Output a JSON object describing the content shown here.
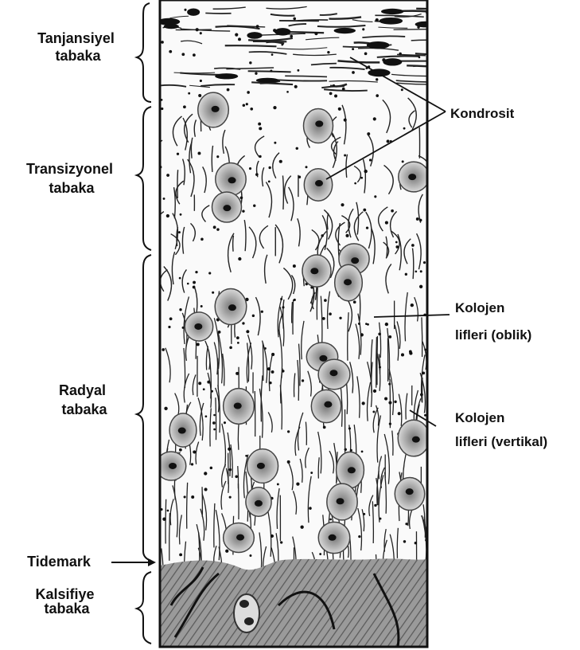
{
  "layers": [
    {
      "lines": [
        "Tanjansiyel",
        "tabaka"
      ]
    },
    {
      "lines": [
        "Transizyonel",
        "tabaka"
      ]
    },
    {
      "lines": [
        "Radyal",
        "tabaka"
      ]
    },
    {
      "lines": [
        "Tidemark"
      ]
    },
    {
      "lines": [
        "Kalsifiye",
        "tabaka"
      ]
    }
  ],
  "annotations": [
    {
      "lines": [
        "Kondrosit"
      ]
    },
    {
      "lines": [
        "Kolojen",
        "lifleri (oblik)"
      ]
    },
    {
      "lines": [
        "Kolojen",
        "lifleri (vertikal)"
      ]
    }
  ]
}
